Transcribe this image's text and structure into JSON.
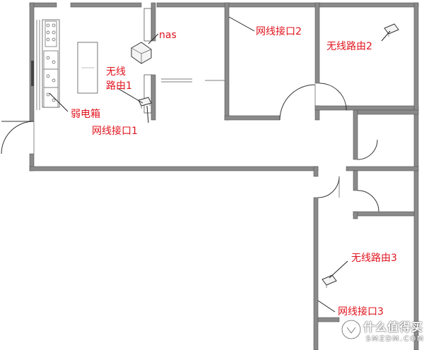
{
  "labels": {
    "nas": "nas",
    "wireless_router_1": [
      "无线",
      "路由1"
    ],
    "weak_current_box": "弱电箱",
    "network_port_1": "网线接口1",
    "network_port_2": "网线接口2",
    "wireless_router_2": "无线路由2",
    "wireless_router_3": "无线路由3",
    "network_port_3": "网线接口3"
  },
  "watermark": {
    "brand": "什么值得买",
    "url": "SMZDM.COM"
  },
  "colors": {
    "wall": "#888888",
    "wall_edge": "#555555",
    "label": "#e0141e",
    "line": "#222222"
  }
}
